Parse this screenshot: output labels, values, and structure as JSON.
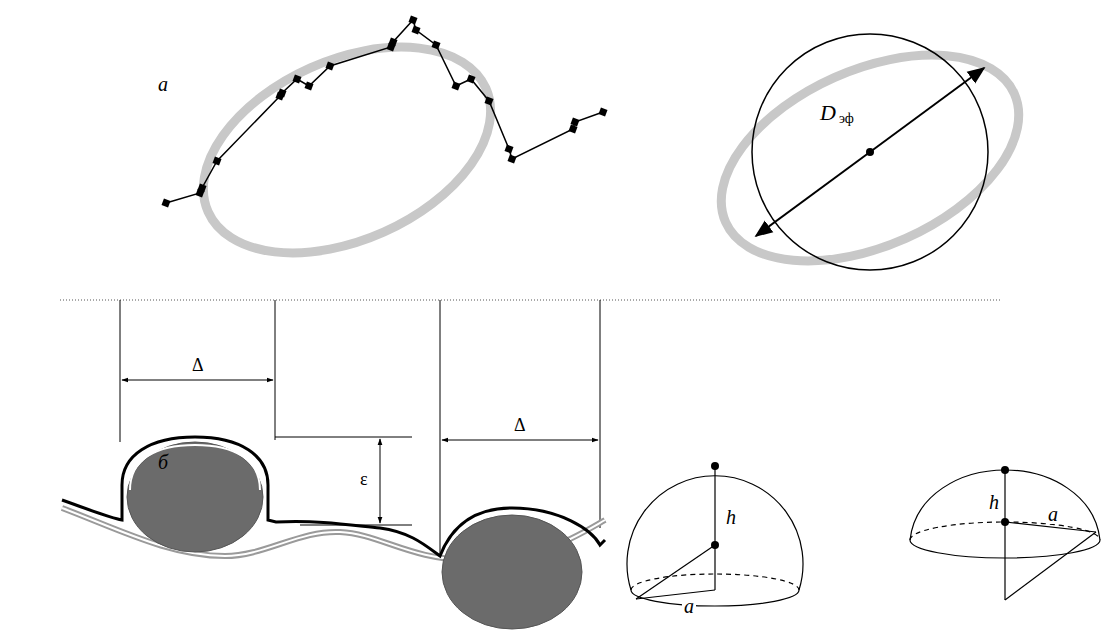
{
  "diagram": {
    "labels": [
      "а",
      "D",
      "эф",
      "б",
      "Δ",
      "ε",
      "Δ",
      "h",
      "a",
      "h",
      "a"
    ]
  }
}
